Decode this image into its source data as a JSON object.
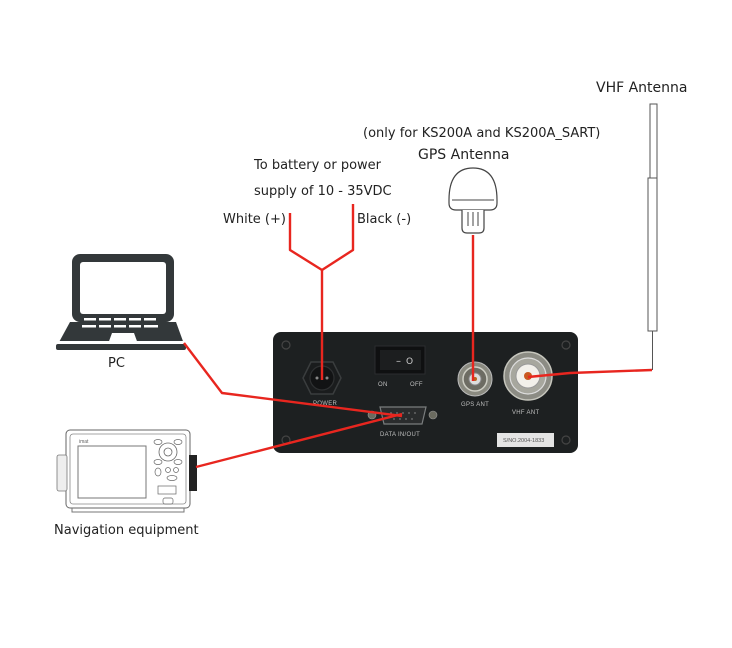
{
  "labels": {
    "vhf_antenna": "VHF Antenna",
    "gps_note": "(only for KS200A and KS200A_SART)",
    "gps_antenna": "GPS Antenna",
    "power_line1": "To battery or power",
    "power_line2": "supply of 10 - 35VDC",
    "white_wire": "White (+)",
    "black_wire": "Black (-)",
    "pc": "PC",
    "navigation": "Navigation equipment"
  },
  "device_panel": {
    "power": "POWER",
    "switch_on": "ON",
    "switch_off": "OFF",
    "gps_ant": "GPS ANT",
    "vhf_ant": "VHF ANT",
    "data": "DATA IN/OUT",
    "serial": "S/NO.2004-1833",
    "switch_symbols": {
      "on": "–",
      "off": "O"
    }
  },
  "nav_device": {
    "brand": "imat"
  },
  "colors": {
    "wire": "#e8261f",
    "panel": "#1d2021",
    "icon": "#33383a",
    "text": "#222222"
  }
}
